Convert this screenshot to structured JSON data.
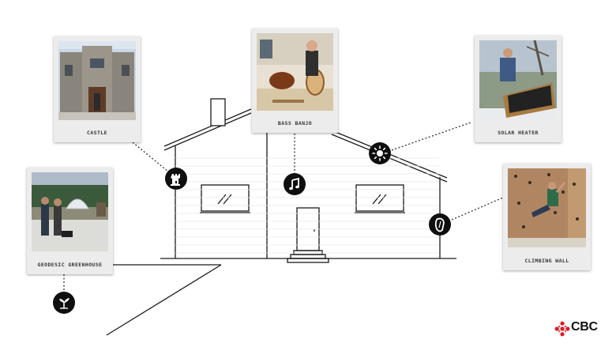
{
  "features": {
    "castle": "Castle",
    "bass_banjo": "Bass Banjo",
    "solar_heater": "Solar heater",
    "geodesic_greenhouse": "Geodesic greenhouse",
    "climbing_wall": "Climbing wall"
  },
  "icons": {
    "castle": "castle-tower-icon",
    "bass_banjo": "music-notes-icon",
    "solar_heater": "sun-icon",
    "geodesic_greenhouse": "seedling-icon",
    "climbing_wall": "carabiner-icon"
  },
  "logo": {
    "text": "CBC",
    "color": "#e11a22"
  }
}
